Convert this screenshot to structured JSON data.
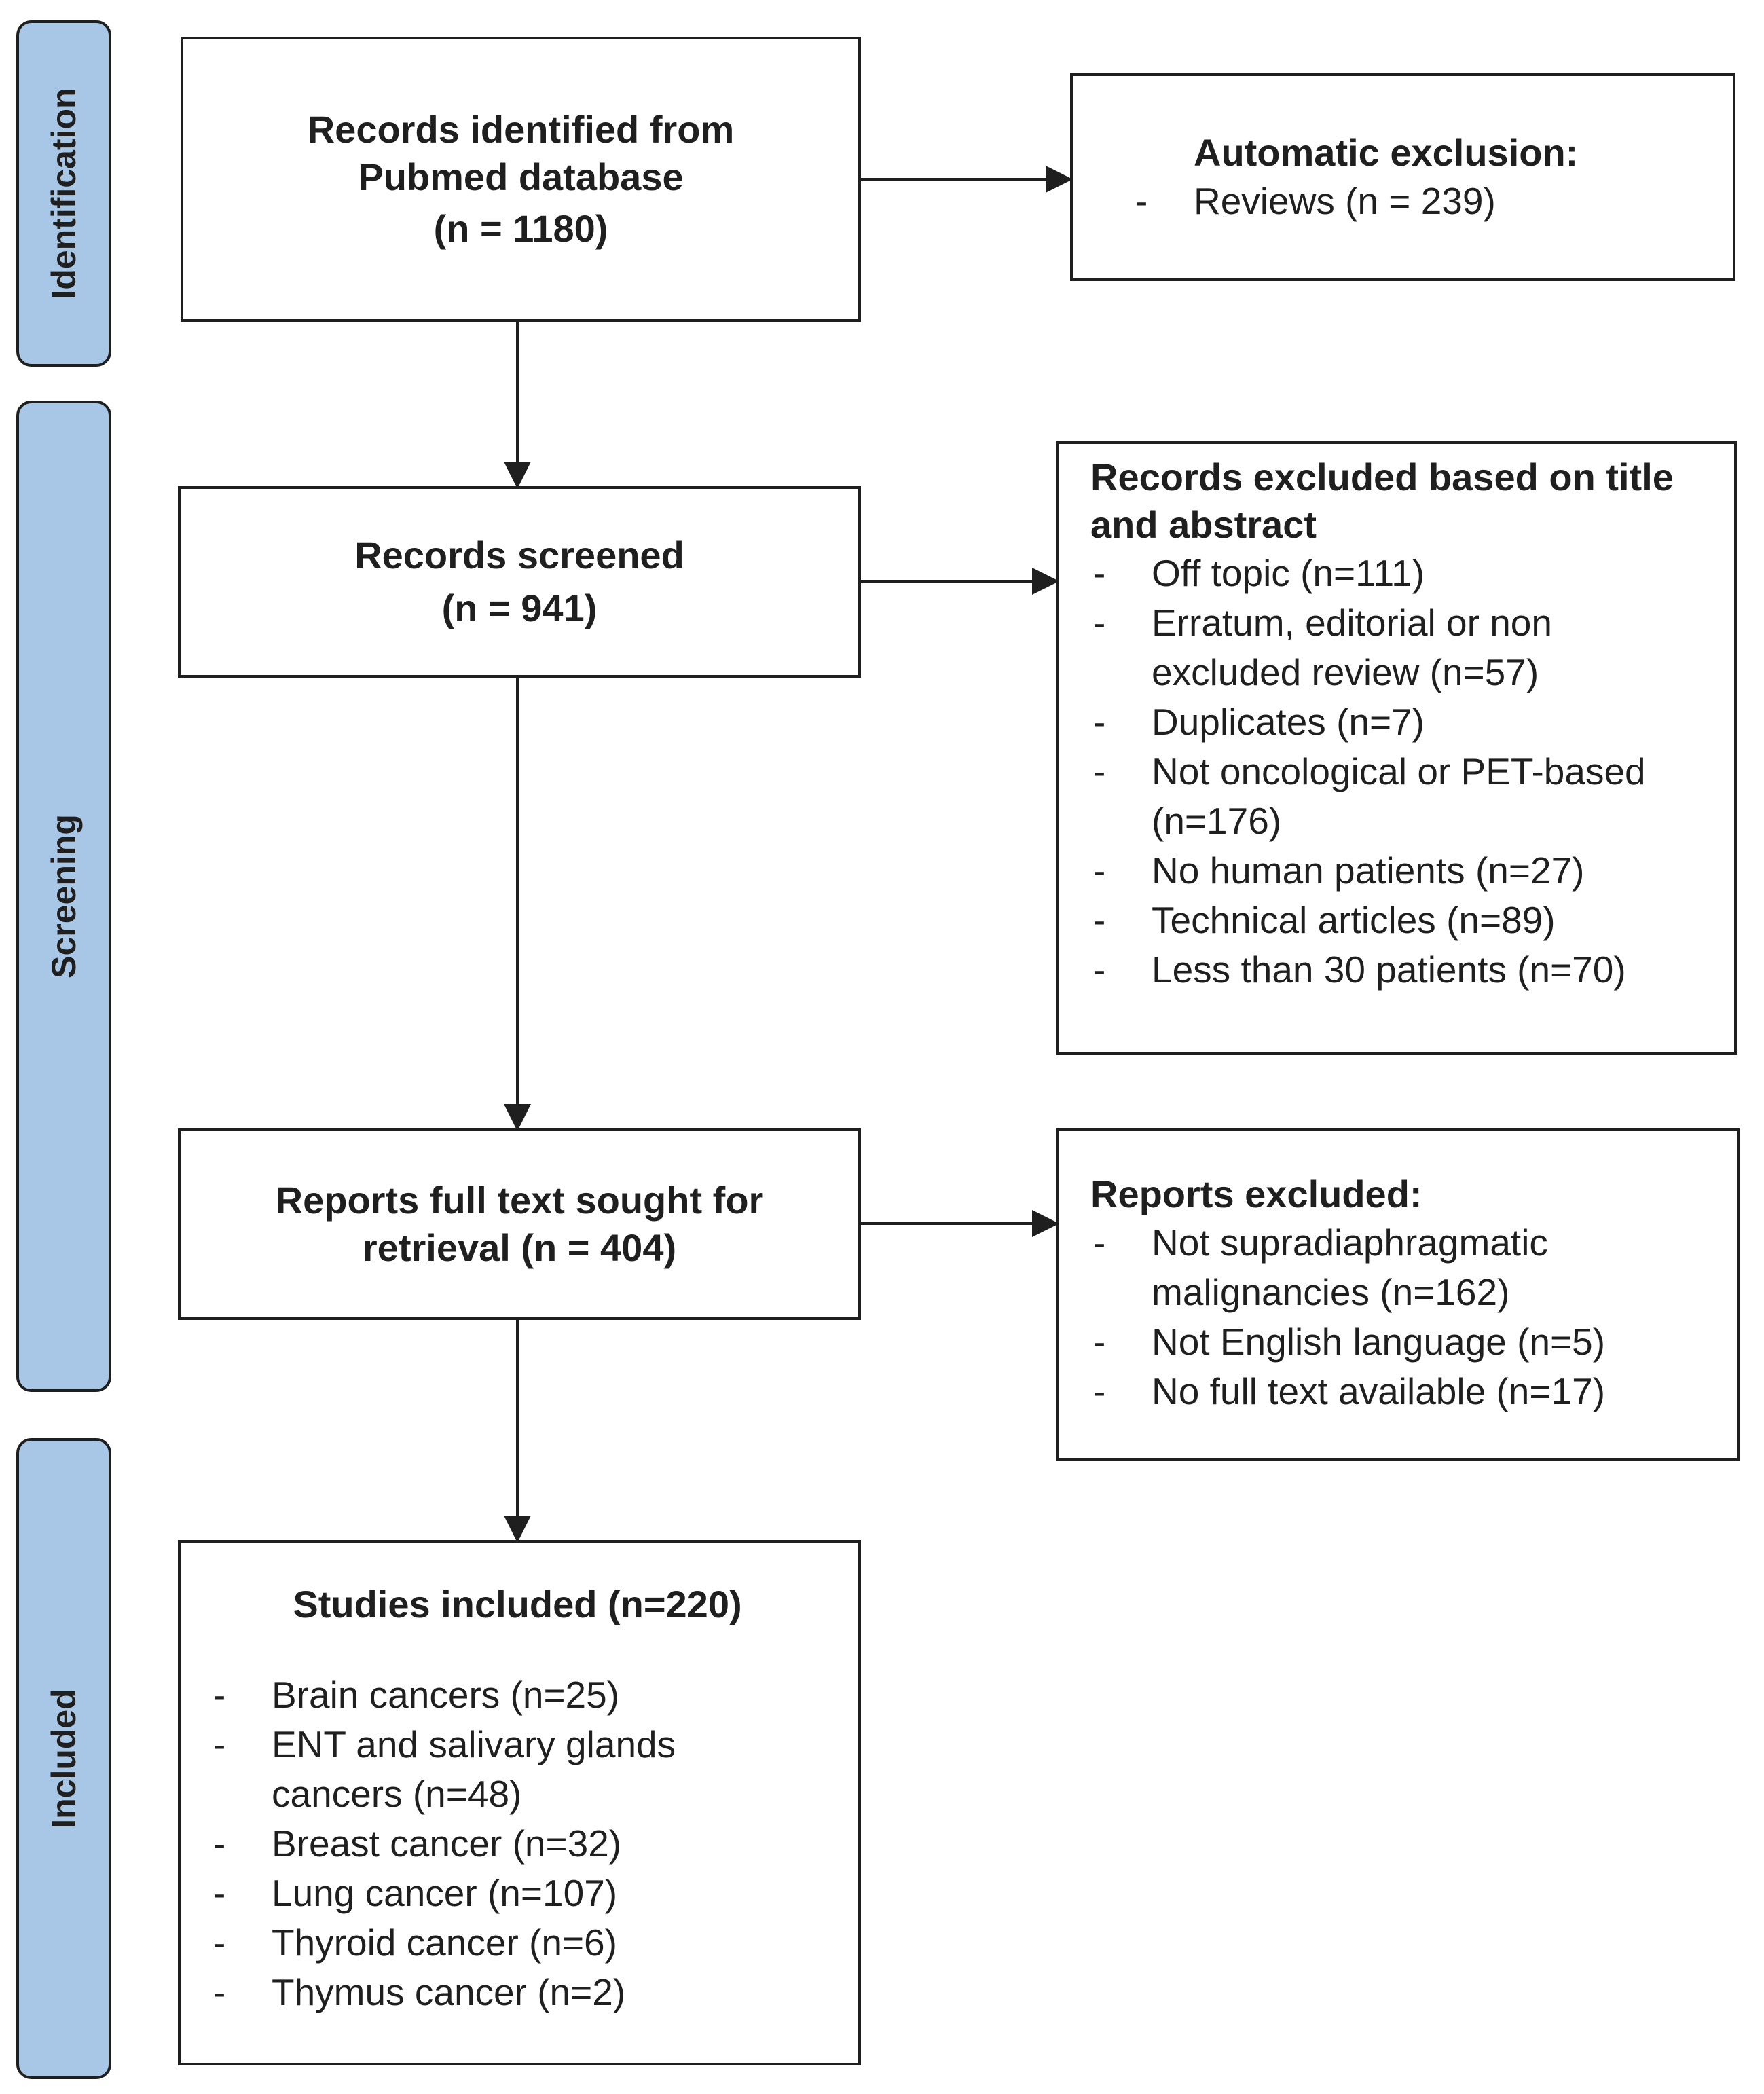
{
  "stages": [
    {
      "id": "identification",
      "label": "Identification"
    },
    {
      "id": "screening",
      "label": "Screening"
    },
    {
      "id": "included",
      "label": "Included"
    }
  ],
  "identified": {
    "title_line1": "Records identified from",
    "title_line2": "Pubmed database",
    "count": "(n = 1180)"
  },
  "auto_exclusion": {
    "title": "Automatic exclusion:",
    "items": [
      "Reviews (n = 239)"
    ]
  },
  "screened": {
    "title": "Records screened",
    "count": "(n = 941)"
  },
  "excluded_title_abstract": {
    "title": "Records excluded based on title and abstract",
    "items": [
      "Off topic (n=111)",
      "Erratum, editorial or non excluded review (n=57)",
      "Duplicates (n=7)",
      "Not oncological or PET-based (n=176)",
      "No human patients (n=27)",
      "Technical articles (n=89)",
      "Less than 30 patients (n=70)"
    ]
  },
  "sought": {
    "title_line1": "Reports full text sought for",
    "title_line2": "retrieval (n = 404)"
  },
  "reports_excluded": {
    "title": "Reports excluded:",
    "items": [
      "Not supradiaphragmatic malignancies (n=162)",
      "Not English language (n=5)",
      "No full text available (n=17)"
    ]
  },
  "included": {
    "title": "Studies included (n=220)",
    "items": [
      "Brain cancers (n=25)",
      "ENT and salivary glands cancers (n=48)",
      "Breast cancer (n=32)",
      "Lung cancer (n=107)",
      "Thyroid cancer (n=6)",
      "Thymus cancer (n=2)"
    ]
  }
}
